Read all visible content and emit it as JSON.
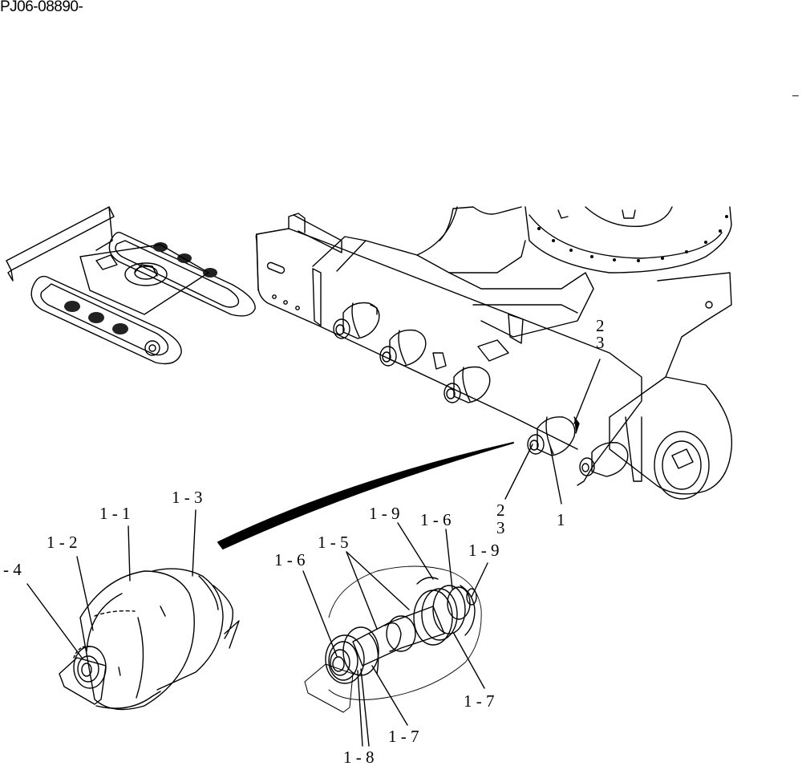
{
  "header": {
    "doc_id": "PJ06-08890-",
    "corner_mark": "–"
  },
  "callouts": {
    "main_2": "2",
    "main_3": "3",
    "main_2b": "2",
    "main_3b": "3",
    "main_1": "1",
    "p1_1": "1 - 1",
    "p1_2": "1 - 2",
    "p1_3": "1 - 3",
    "p1_4": "- 4",
    "p1_5": "1 - 5",
    "p1_6a": "1 - 6",
    "p1_6b": "1 - 6",
    "p1_7a": "1 - 7",
    "p1_7b": "1 - 7",
    "p1_8": "1 - 8",
    "p1_9a": "1 - 9",
    "p1_9b": "1 - 9"
  },
  "colors": {
    "line": "#000000",
    "fill": "#ffffff",
    "shade": "#222222"
  }
}
